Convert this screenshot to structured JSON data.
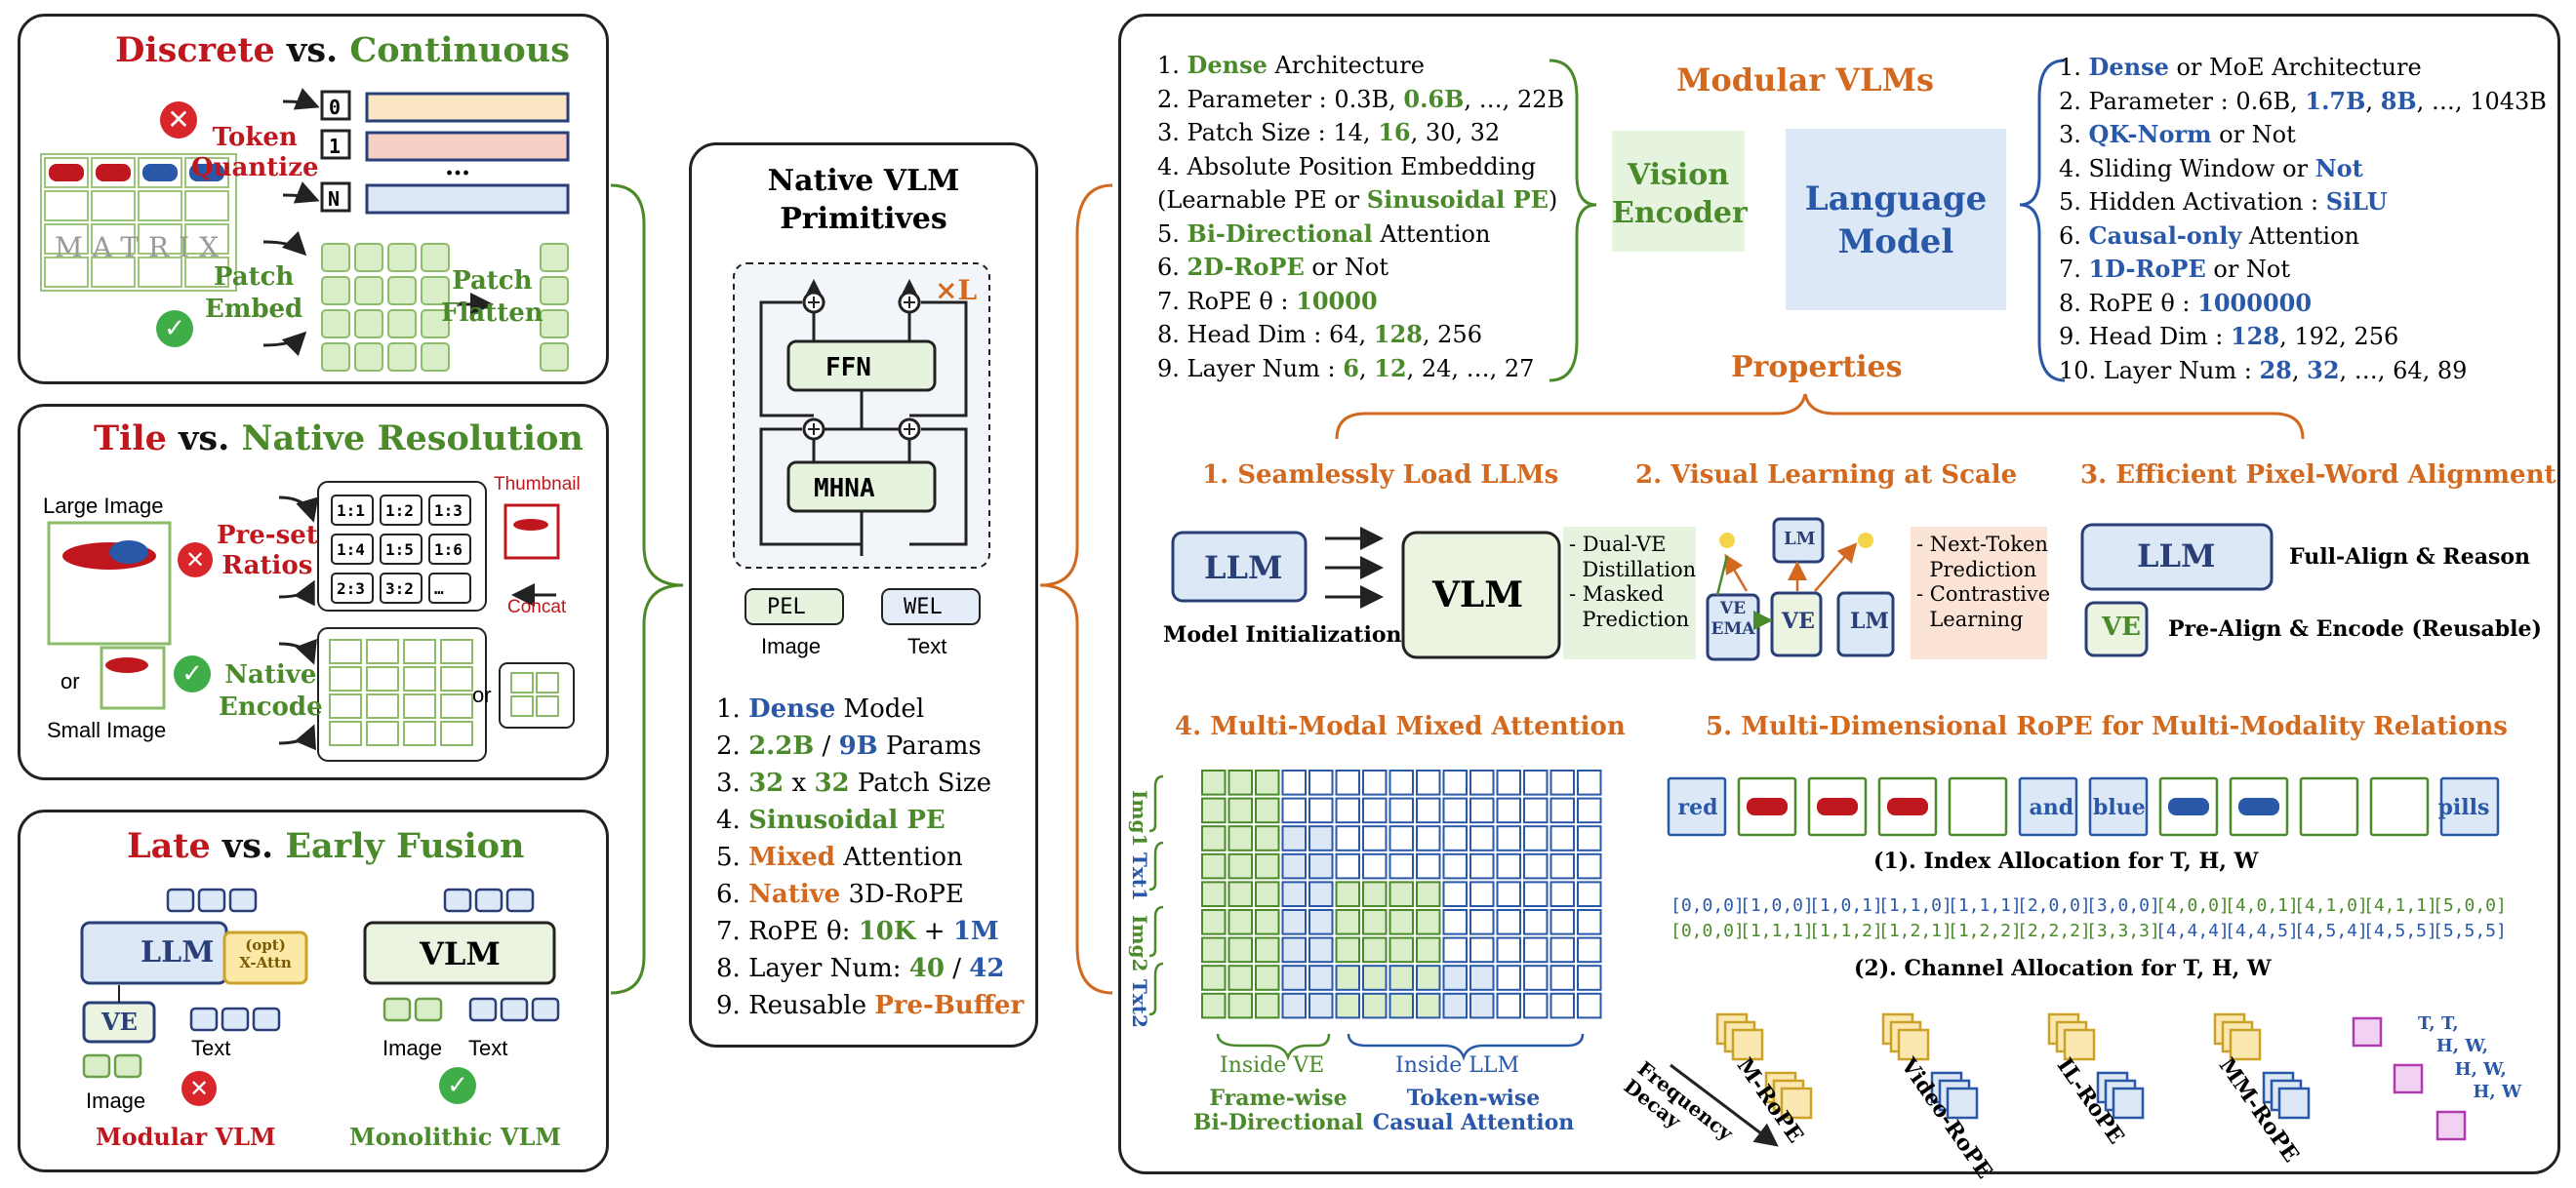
{
  "colors": {
    "red": "#c0171e",
    "green": "#4a8a2a",
    "blue": "#2a58a8",
    "orange": "#d2691e"
  },
  "discrete": {
    "title_a": "Discrete",
    "title_vs": " vs. ",
    "title_b": "Continuous",
    "token_quantize": "Token\nQuantize",
    "patch_embed": "Patch\nEmbed",
    "patch_flatten": "Patch\nFlatten",
    "idx0": "0",
    "idx1": "1",
    "idxN": "N",
    "dots": "…",
    "matrix": "MATRIX"
  },
  "tile": {
    "title_a": "Tile",
    "title_vs": " vs. ",
    "title_b": "Native Resolution",
    "large_image": "Large Image",
    "or": "or",
    "small_image": "Small Image",
    "preset": "Pre-set\nRatios",
    "native_encode": "Native\nEncode",
    "thumbnail": "Thumbnail",
    "concat": "Concat",
    "ratios": [
      "1:1",
      "1:2",
      "1:3",
      "1:4",
      "1:5",
      "1:6",
      "2:3",
      "3:2",
      "…"
    ]
  },
  "fusion": {
    "title_a": "Late",
    "title_vs": " vs. ",
    "title_b": "Early Fusion",
    "llm": "LLM",
    "xattn": "(opt)\nX-Attn",
    "ve": "VE",
    "text": "Text",
    "image": "Image",
    "vlm": "VLM",
    "modular": "Modular VLM",
    "monolithic": "Monolithic VLM"
  },
  "native": {
    "title": "Native VLM\nPrimitives",
    "xl": "×L",
    "ffn": "FFN",
    "mhna": "MHNA",
    "pel": "PEL",
    "wel": "WEL",
    "image": "Image",
    "text": "Text",
    "items": [
      [
        "1.  ",
        "Dense",
        " Model"
      ],
      [
        "2.  ",
        "2.2B",
        " / ",
        "9B",
        " Params"
      ],
      [
        "3.  ",
        "32",
        " x ",
        "32",
        " Patch Size"
      ],
      [
        "4.  ",
        "Sinusoidal PE"
      ],
      [
        "5.  ",
        "Mixed",
        " Attention"
      ],
      [
        "6.  ",
        "Native",
        " 3D-RoPE"
      ],
      [
        "7.  RoPE θ: ",
        "10K",
        " + ",
        "1M"
      ],
      [
        "8.  Layer Num: ",
        "40",
        " / ",
        "42"
      ],
      [
        "9.  Reusable ",
        "Pre-Buffer"
      ]
    ]
  },
  "modular": {
    "title": "Modular VLMs",
    "vision_encoder": "Vision\nEncoder",
    "language_model": "Language\nModel",
    "properties": "Properties",
    "left_list": [
      [
        "1.  ",
        "Dense",
        " Architecture"
      ],
      [
        "2.  Parameter : 0.3B, ",
        "0.6B",
        ", …, 22B"
      ],
      [
        "3.  Patch Size :  14,  ",
        "16",
        ",  30,  32"
      ],
      [
        "4.  Absolute Position Embedding"
      ],
      [
        "     (Learnable PE or ",
        "Sinusoidal PE",
        ")"
      ],
      [
        "5.  ",
        "Bi-Directional",
        " Attention"
      ],
      [
        "6.  ",
        "2D-RoPE",
        " or Not"
      ],
      [
        "7.  RoPE θ : ",
        "10000"
      ],
      [
        "8.  Head Dim :  64,  ",
        "128",
        ",  256"
      ],
      [
        "9.  Layer Num : ",
        "6",
        ", ",
        "12",
        ",  24, …,  27"
      ]
    ],
    "right_list": [
      [
        "1.  ",
        "Dense",
        " or MoE Architecture"
      ],
      [
        "2.  Parameter : 0.6B, ",
        "1.7B",
        ", ",
        "8B",
        ", …, 1043B"
      ],
      [
        "3.  ",
        "QK-Norm",
        " or Not"
      ],
      [
        "4.  Sliding Window or ",
        "Not"
      ],
      [
        "5.  Hidden Activation :  ",
        "SiLU"
      ],
      [
        "6.  ",
        "Causal-only",
        " Attention"
      ],
      [
        "7.  ",
        "1D-RoPE",
        " or Not"
      ],
      [
        "8.  RoPE θ : ",
        "1000000"
      ],
      [
        "9.  Head Dim :  ",
        "128",
        ",  192, 256"
      ],
      [
        "10.  Layer Num : ",
        "28",
        ",  ",
        "32",
        ", …,  64, 89"
      ]
    ]
  },
  "props": {
    "p1": "1. Seamlessly Load LLMs",
    "p2": "2. Visual Learning at Scale",
    "p3": "3. Efficient Pixel-Word Alignment",
    "llm": "LLM",
    "vlm": "VLM",
    "model_init": "Model Initialization",
    "dual_ve": "- Dual-VE\n  Distillation\n- Masked\n  Prediction",
    "next_token": "- Next-Token\n  Prediction\n- Contrastive\n  Learning",
    "lm": "LM",
    "ve": "VE",
    "ve_ema": "VE\nEMA",
    "full_align": "Full-Align & Reason",
    "pre_align": "Pre-Align & Encode  (Reusable)"
  },
  "attention": {
    "title": "4. Multi-Modal Mixed Attention",
    "rows": [
      "Img1",
      "Txt1",
      "Img2",
      "Txt2"
    ],
    "inside_ve": "Inside VE",
    "inside_llm": "Inside LLM",
    "frame_wise": "Frame-wise\nBi-Directional",
    "token_wise": "Token-wise\nCasual Attention"
  },
  "rope": {
    "title": "5. Multi-Dimensional RoPE for Multi-Modality Relations",
    "tokens": [
      "red",
      "",
      "",
      "",
      "",
      "and",
      "blue",
      "",
      "",
      "",
      "",
      "pills"
    ],
    "index_title": "(1). Index Allocation for T, H, W",
    "row1": [
      "[0,0,0]",
      "[1,0,0]",
      "[1,0,1]",
      "[1,1,0]",
      "[1,1,1]",
      "[2,0,0]",
      "[3,0,0]",
      "[4,0,0]",
      "[4,0,1]",
      "[4,1,0]",
      "[4,1,1]",
      "[5,0,0]"
    ],
    "row2": [
      "[0,0,0]",
      "[1,1,1]",
      "[1,1,2]",
      "[1,2,1]",
      "[1,2,2]",
      "[2,2,2]",
      "[3,3,3]",
      "[4,4,4]",
      "[4,4,5]",
      "[4,5,4]",
      "[4,5,5]",
      "[5,5,5]"
    ],
    "channel_title": "(2). Channel Allocation for T, H, W",
    "freq_decay": "Frequency\nDecay",
    "methods": [
      "M-RoPE",
      "Video-RoPE",
      "IL-RoPE",
      "MM-RoPE"
    ],
    "T": "T",
    "H": "H",
    "W": "W",
    "mm_labels": "T, T,\n   H, W,\n      H, W,\n         H, W"
  }
}
